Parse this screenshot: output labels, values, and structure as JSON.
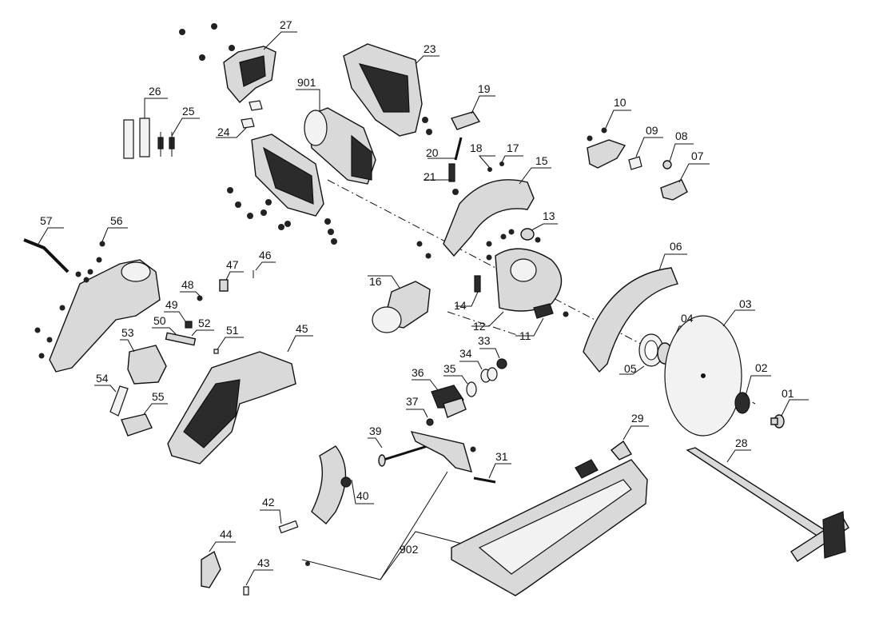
{
  "labels": {
    "p01": "01",
    "p02": "02",
    "p03": "03",
    "p04": "04",
    "p05": "05",
    "p06": "06",
    "p07": "07",
    "p08": "08",
    "p09": "09",
    "p10": "10",
    "p11": "11",
    "p12": "12",
    "p13": "13",
    "p14": "14",
    "p15": "15",
    "p16": "16",
    "p17": "17",
    "p18": "18",
    "p19": "19",
    "p20": "20",
    "p21": "21",
    "p23": "23",
    "p24": "24",
    "p25": "25",
    "p26": "26",
    "p27": "27",
    "p28": "28",
    "p29": "29",
    "p31": "31",
    "p33": "33",
    "p34": "34",
    "p35": "35",
    "p36": "36",
    "p37": "37",
    "p39": "39",
    "p40": "40",
    "p42": "42",
    "p43": "43",
    "p44": "44",
    "p45": "45",
    "p46": "46",
    "p47": "47",
    "p48": "48",
    "p49": "49",
    "p50": "50",
    "p51": "51",
    "p52": "52",
    "p53": "53",
    "p54": "54",
    "p55": "55",
    "p56": "56",
    "p57": "57",
    "p901": "901",
    "p902": "902"
  }
}
